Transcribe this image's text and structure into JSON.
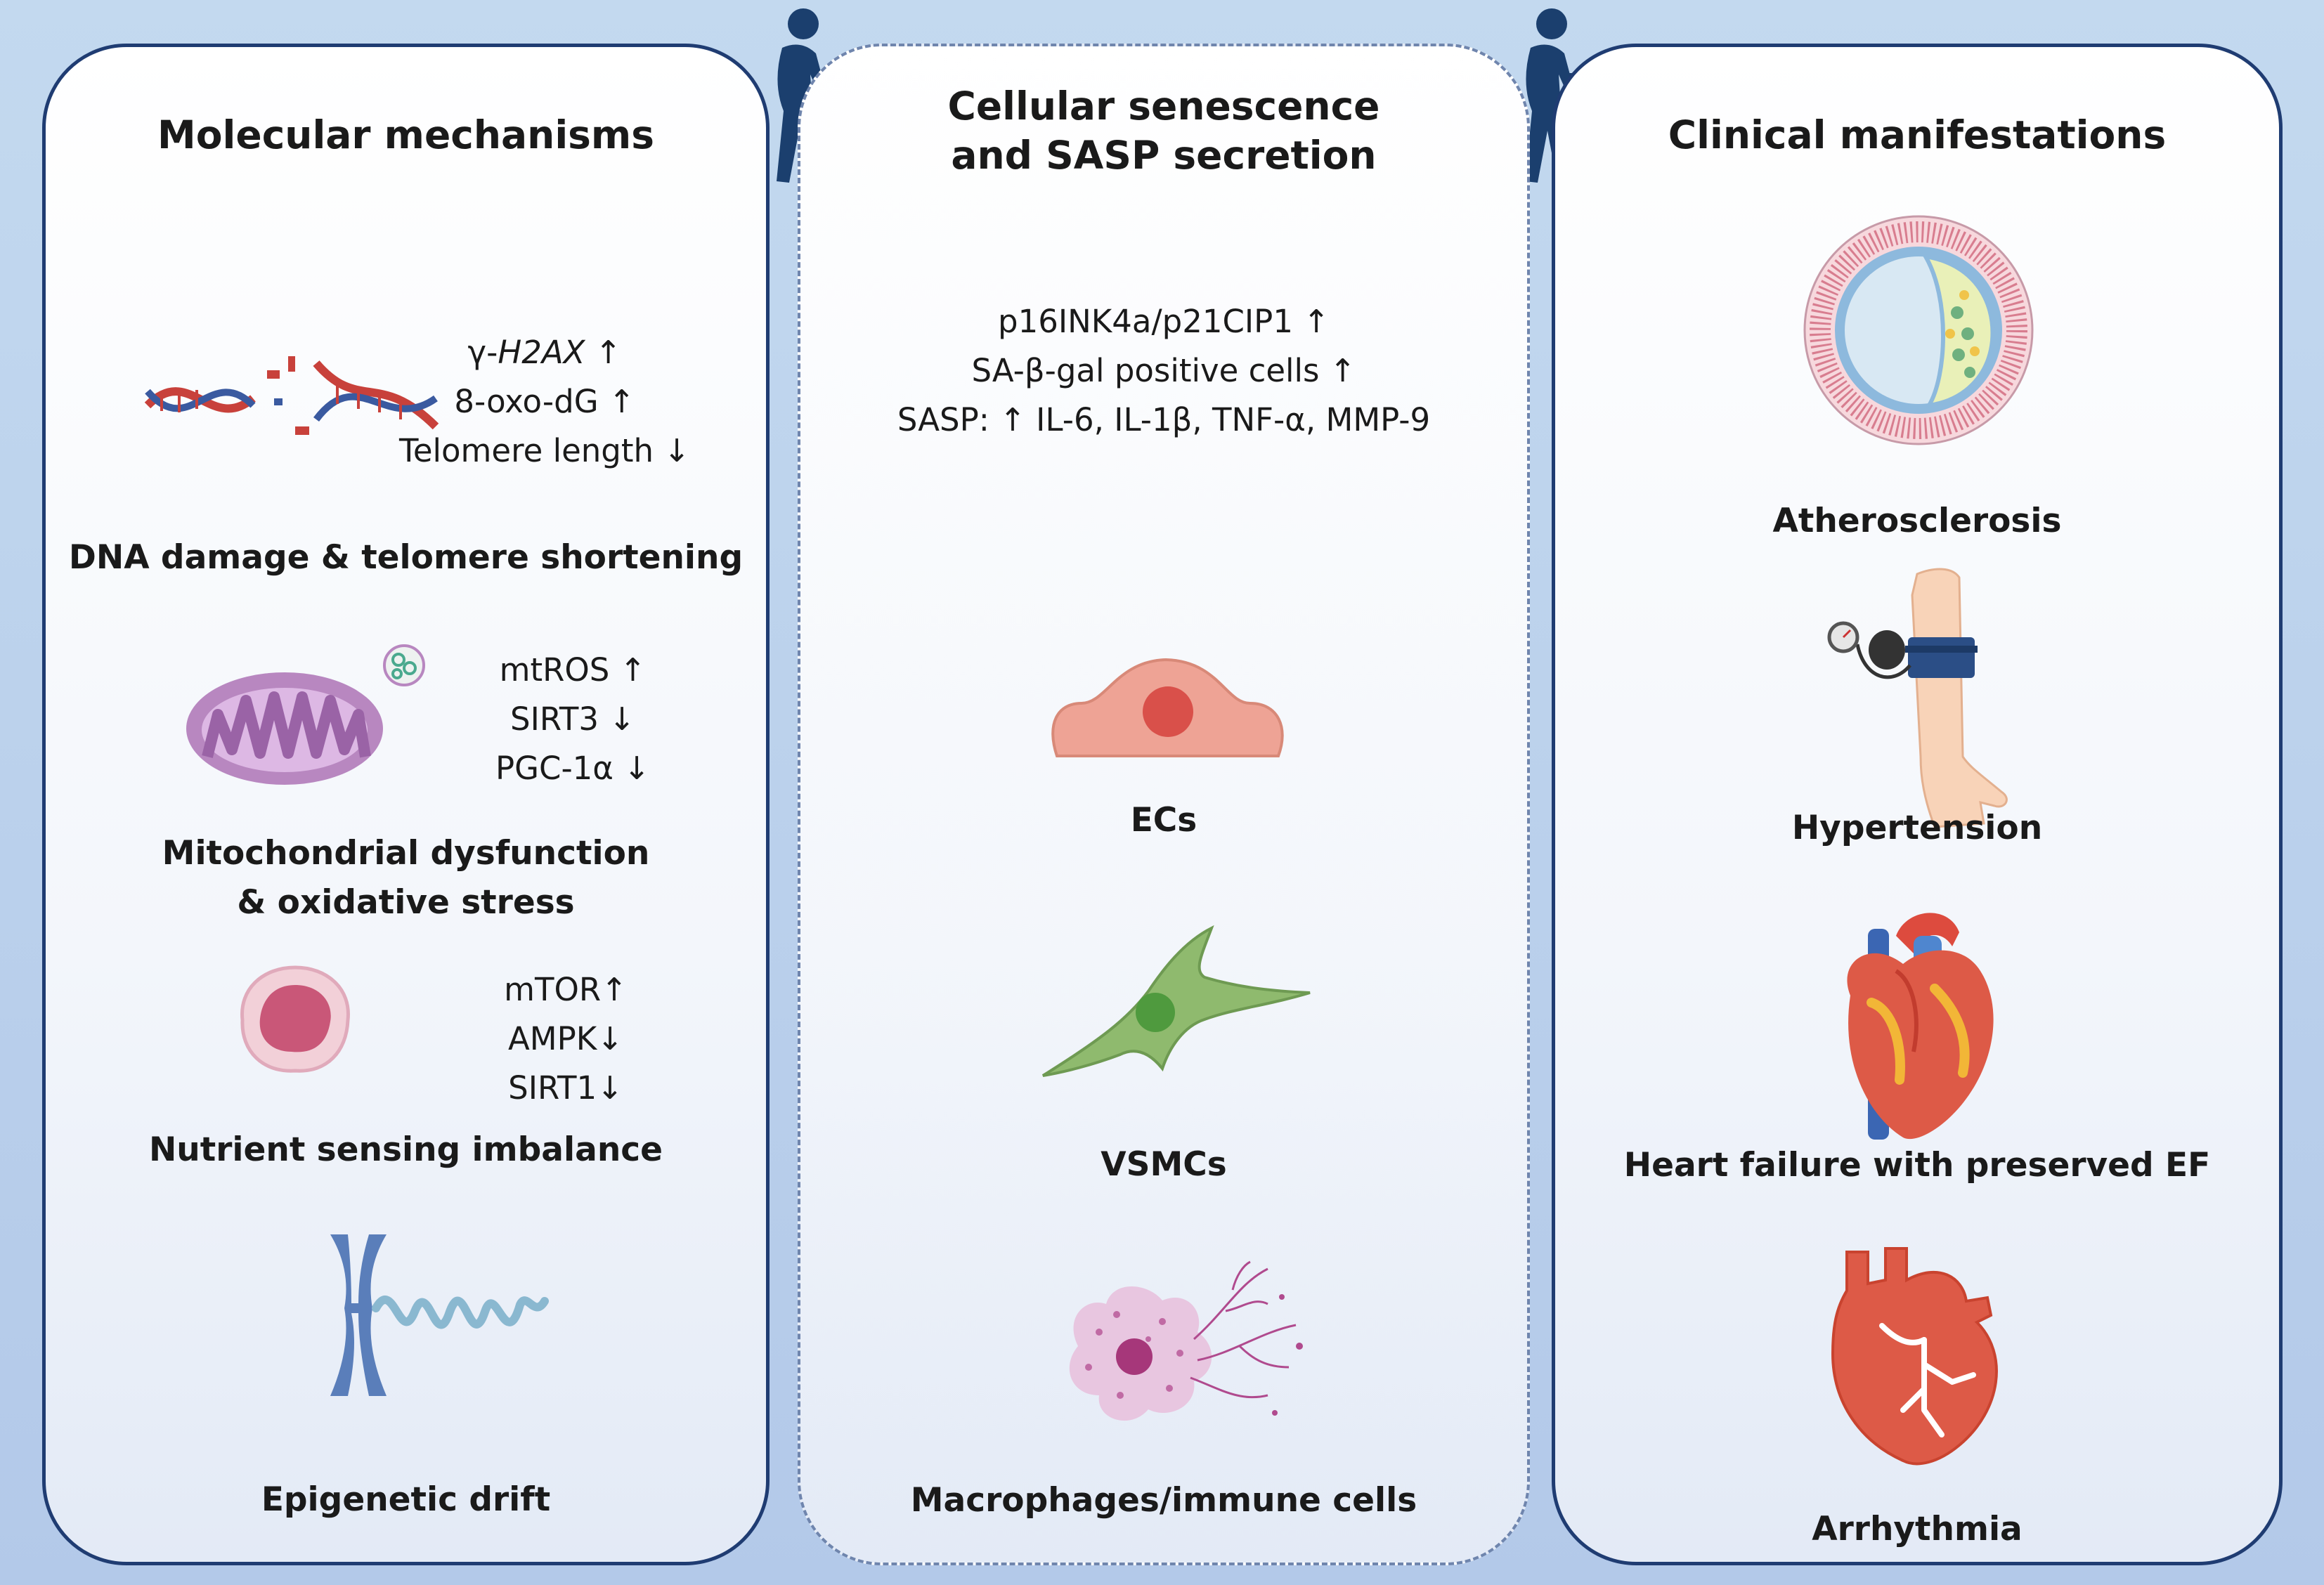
{
  "molecular": {
    "title": "Molecular mechanisms",
    "dna": {
      "markers": [
        "γ-",
        "H2AX",
        " ↑",
        "8-oxo-dG ↑",
        "Telomere length ↓"
      ],
      "label": "DNA damage & telomere shortening"
    },
    "mito": {
      "markers": [
        "mtROS ↑",
        "SIRT3 ↓",
        "PGC-1α ↓"
      ],
      "label_1": "Mitochondrial dysfunction",
      "label_2": "& oxidative stress"
    },
    "nutrient": {
      "markers": [
        "mTOR↑",
        "AMPK↓",
        "SIRT1↓"
      ],
      "label": "Nutrient sensing imbalance"
    },
    "epigenetic": {
      "label": "Epigenetic drift"
    }
  },
  "cellular": {
    "title_1": "Cellular senescence",
    "title_2": "and SASP secretion",
    "markers": [
      "p16INK4a/p21CIP1 ↑",
      "SA-β-gal positive cells ↑",
      "SASP: ↑ IL-6, IL-1β, TNF-α, MMP-9"
    ],
    "cells": [
      "ECs",
      "VSMCs",
      "Macrophages/immune cells"
    ]
  },
  "clinical": {
    "title": "Clinical manifestations",
    "items": [
      "Atherosclerosis",
      "Hypertension",
      "Heart failure with preserved EF",
      "Arrhythmia"
    ]
  },
  "colors": {
    "frame": "#1f3c72",
    "elder": "#1b3f6e",
    "dna_red": "#c8413b",
    "dna_blue": "#3a5aa0",
    "mito": "#b887c0",
    "nutrient_cell": "#d77b93",
    "ec_cell": "#eea395",
    "vsmc_cell": "#8fba6e",
    "macrophage": "#e3b8d9",
    "heart": "#dd5a47"
  },
  "icons": [
    "elderly-person-icon",
    "dna-icon",
    "mitochondria-icon",
    "cell-icon",
    "chromosome-icon",
    "endothelial-cell-icon",
    "smooth-muscle-cell-icon",
    "macrophage-icon",
    "artery-cross-section-icon",
    "blood-pressure-cuff-icon",
    "heart-icon",
    "heart-conduction-icon"
  ]
}
